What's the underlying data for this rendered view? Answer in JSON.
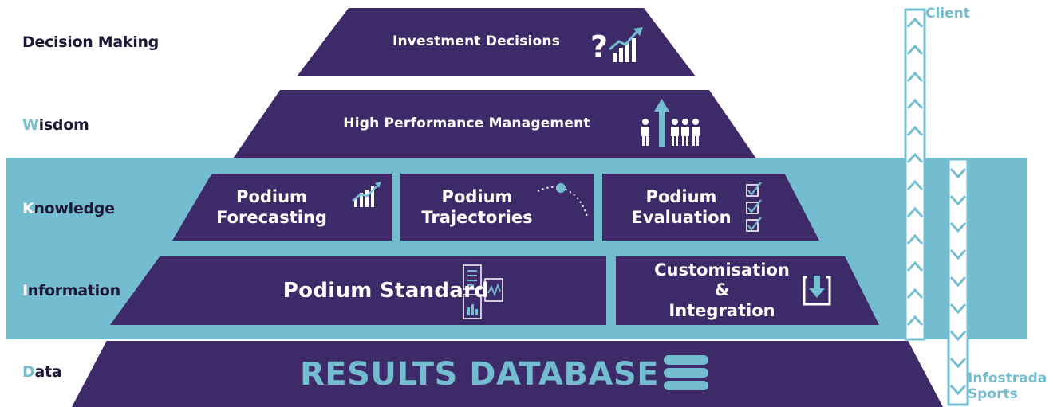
{
  "levels": {
    "decision": {
      "first": "D",
      "rest": "ecision Making"
    },
    "wisdom": {
      "first": "W",
      "rest": "isdom"
    },
    "knowledge": {
      "first": "K",
      "rest": "nowledge"
    },
    "information": {
      "first": "I",
      "rest": "nformation"
    },
    "data": {
      "first": "D",
      "rest": "ata"
    }
  },
  "tiers": {
    "investment": "Investment Decisions",
    "hpm": "High Performance Management",
    "forecasting": {
      "line1": "Podium",
      "line2": "Forecasting"
    },
    "trajectories": {
      "line1": "Podium",
      "line2": "Trajectories"
    },
    "evaluation": {
      "line1": "Podium",
      "line2": "Evaluation"
    },
    "standard": "Podium Standard",
    "customisation": {
      "line1": "Customisation",
      "line2": "&",
      "line3": "Integration"
    },
    "database": "RESULTS DATABASE"
  },
  "side": {
    "client": "Client",
    "provider_line1": "Infostrada",
    "provider_line2": "Sports"
  },
  "colors": {
    "pyramid": "#3d2a68",
    "accent": "#74bdd0",
    "label": "#1d1838"
  }
}
